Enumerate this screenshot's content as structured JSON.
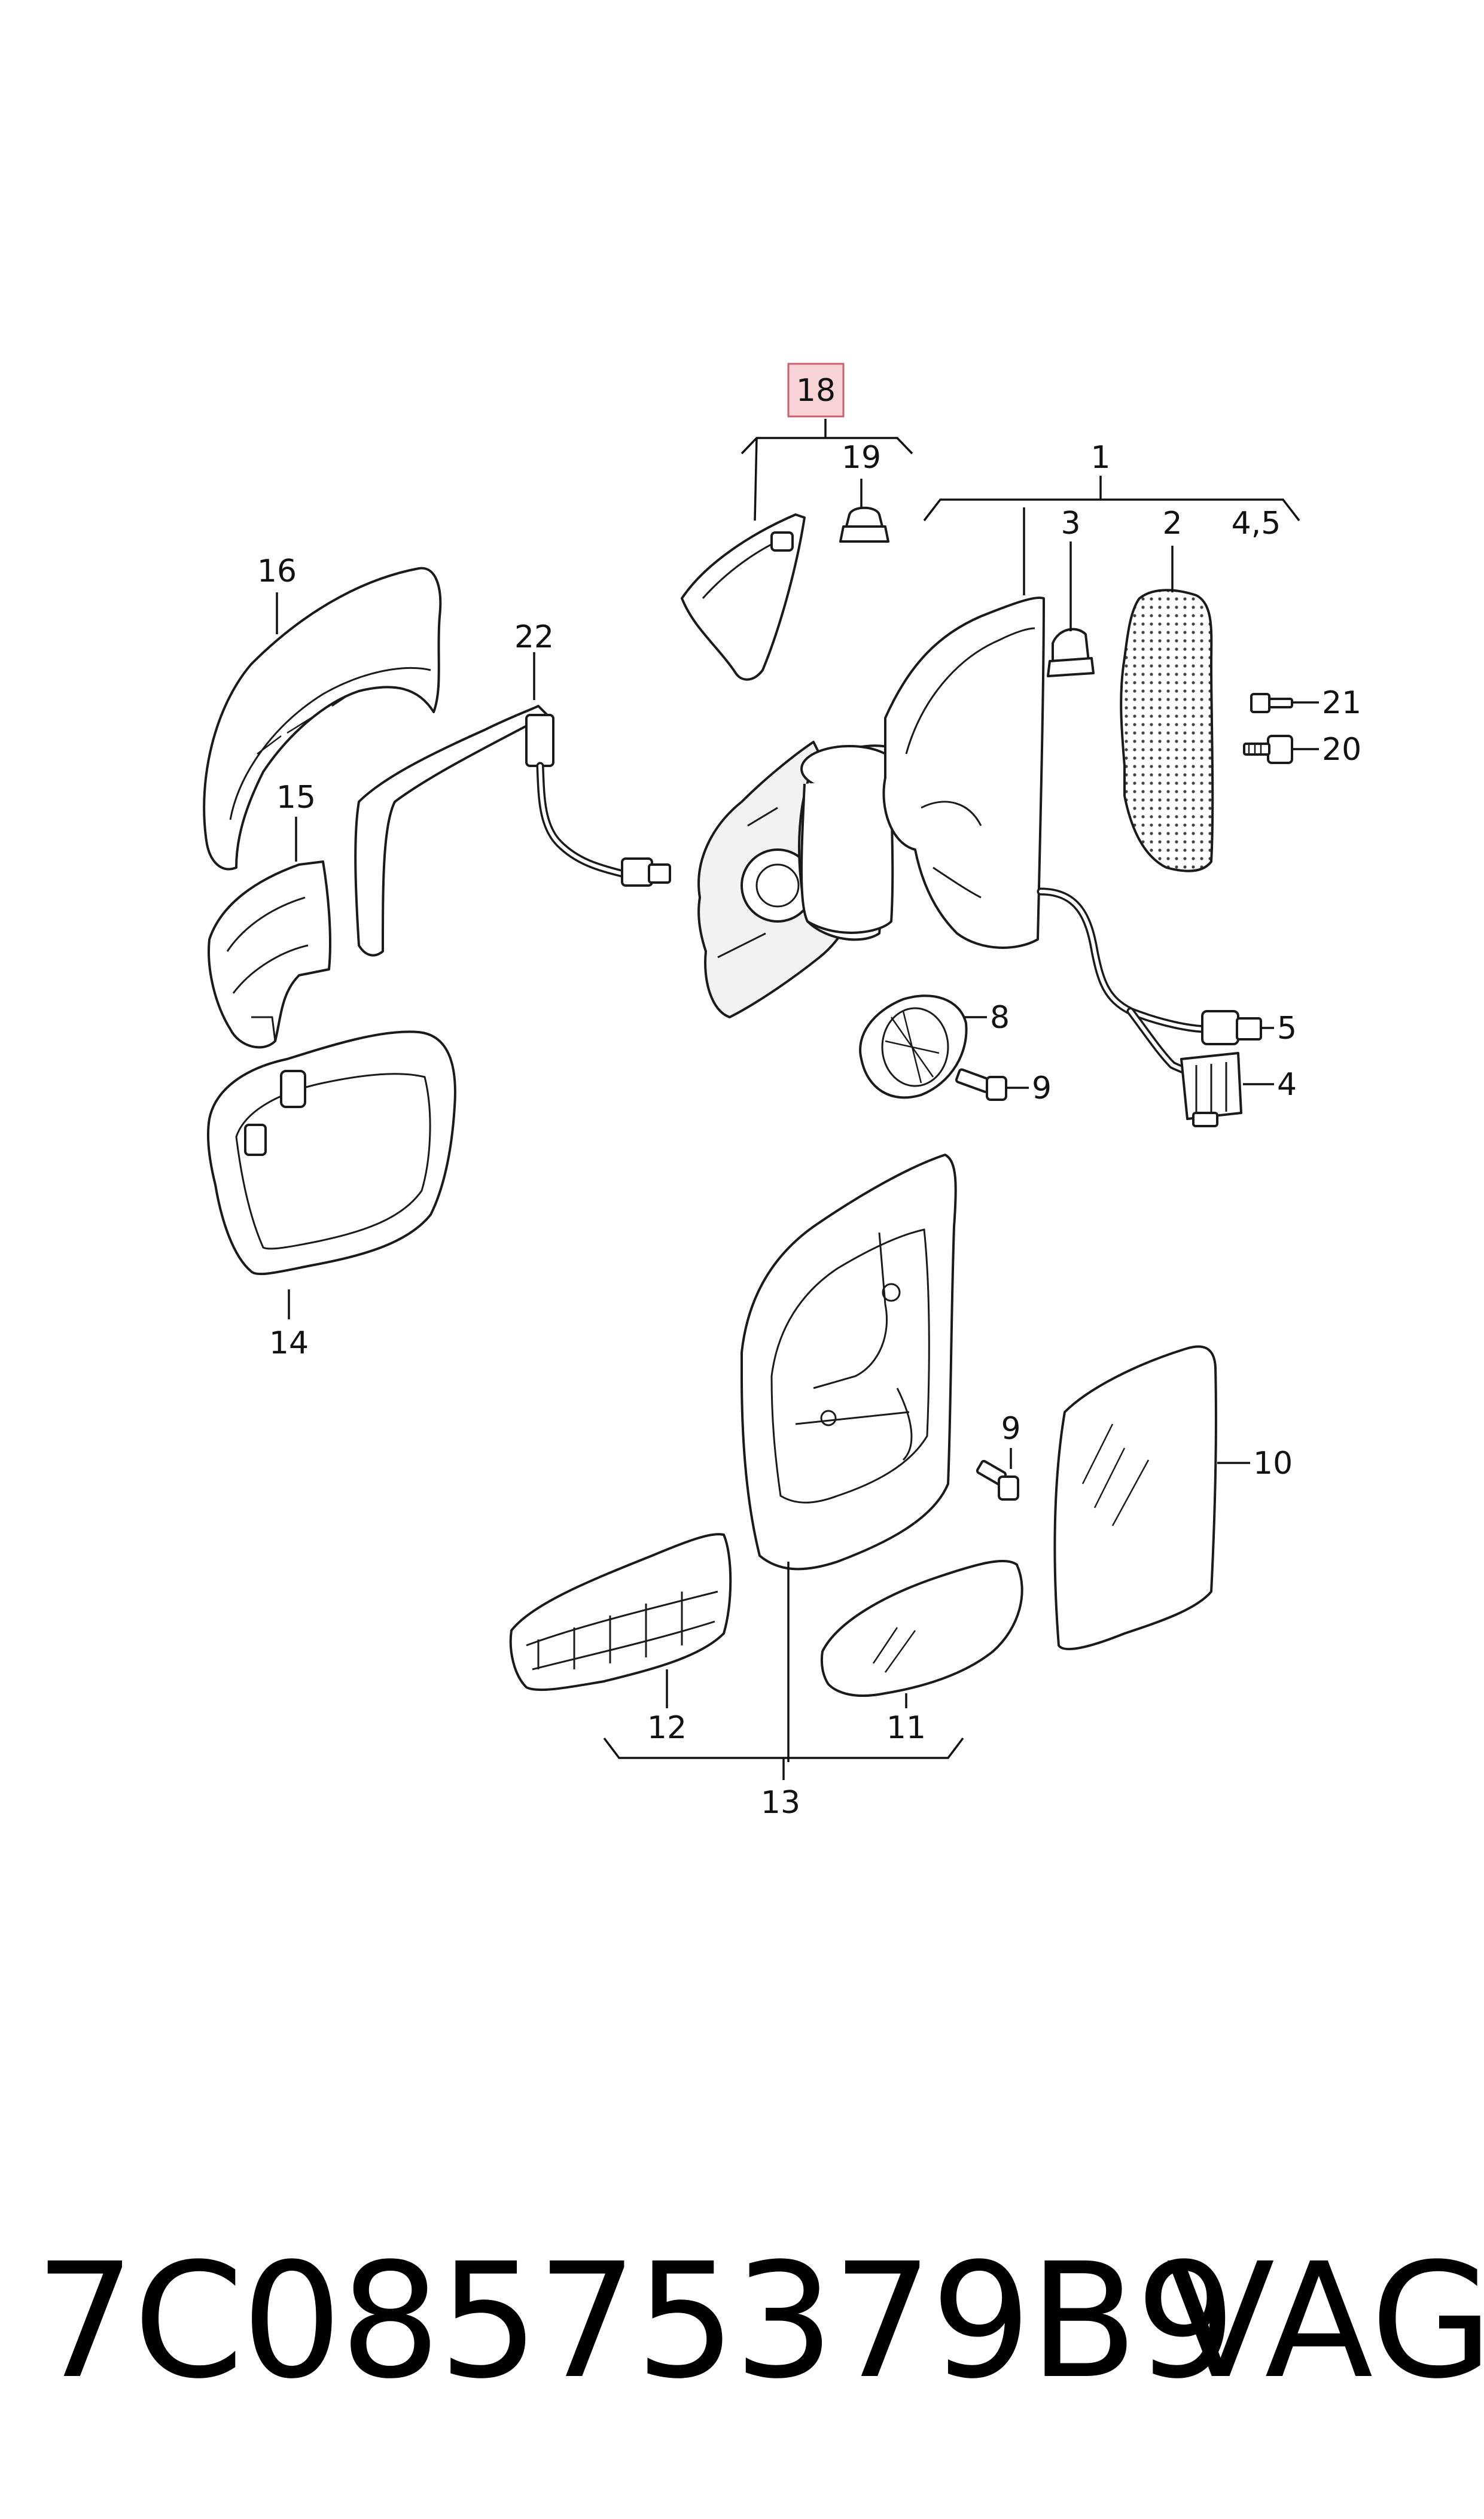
{
  "callouts": {
    "c1": "1",
    "c2": "2",
    "c3": "3",
    "c4_5": "4,5",
    "c4": "4",
    "c5": "5",
    "c8": "8",
    "c9a": "9",
    "c9b": "9",
    "c10": "10",
    "c11": "11",
    "c12": "12",
    "c13": "13",
    "c14": "14",
    "c15": "15",
    "c16": "16",
    "c18": "18",
    "c19": "19",
    "c20": "20",
    "c21": "21",
    "c22": "22"
  },
  "highlighted_callout": "18",
  "footer": {
    "part_number": "7C08575379B9",
    "brand": "VAG"
  },
  "colors": {
    "highlight_fill": "#f7d3d8",
    "highlight_border": "#c9606f",
    "line": "#1a1a1a"
  }
}
